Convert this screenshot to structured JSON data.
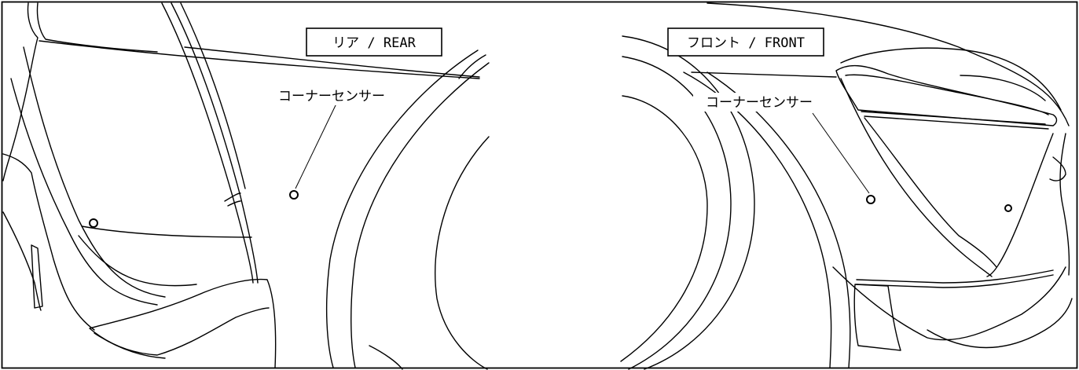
{
  "figure": {
    "rear_label": "リア / REAR",
    "front_label": "フロント / FRONT",
    "rear_sensor_caption": "コーナーセンサー",
    "front_sensor_caption": "コーナーセンサー",
    "line_color": "#000000",
    "background_color": "#ffffff"
  }
}
